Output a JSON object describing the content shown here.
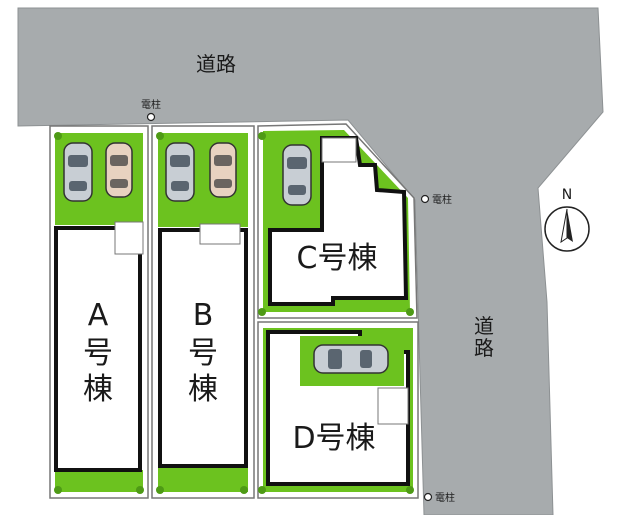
{
  "roads": {
    "top_label": "道路",
    "right_label_1": "道",
    "right_label_2": "路"
  },
  "poles": {
    "top": "電柱",
    "right": "電柱",
    "bottom": "電柱"
  },
  "buildings": {
    "a": {
      "line1": "A",
      "line2": "号",
      "line3": "棟"
    },
    "b": {
      "line1": "B",
      "line2": "号",
      "line3": "棟"
    },
    "c": {
      "label": "C号棟"
    },
    "d": {
      "label": "D号棟"
    }
  },
  "compass": {
    "label": "N"
  },
  "colors": {
    "road": "#a7abad",
    "lawn": "#6cc21f",
    "building": "#ffffff",
    "building_wall": "#111111",
    "lot_line": "#555555"
  }
}
